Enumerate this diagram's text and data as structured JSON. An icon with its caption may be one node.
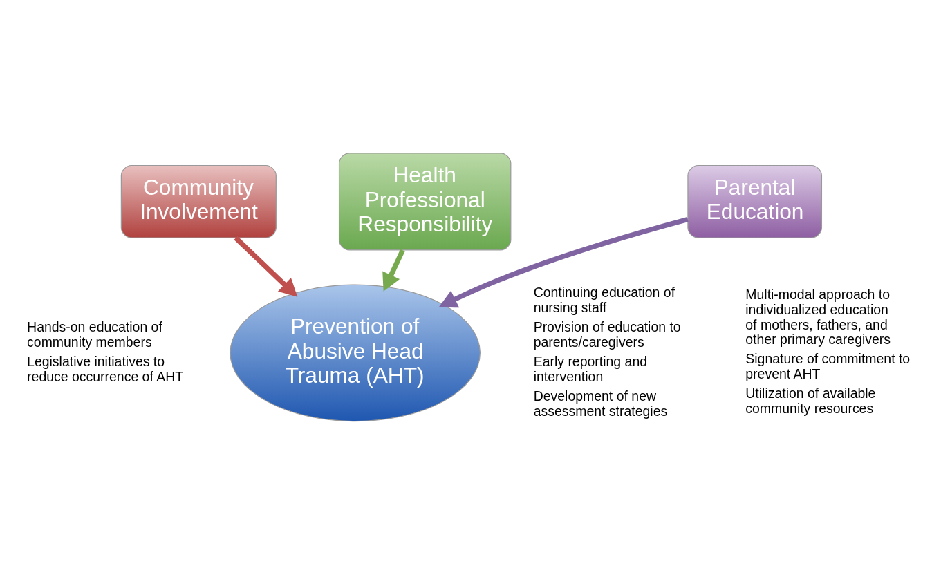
{
  "diagram": {
    "nodes": [
      {
        "text": [
          "Health Professional Responsibility"
        ],
        "beside": [
          "Continuing education of nursing staff",
          "Provision of education to parents/caregivers",
          "Early reporting and intervention",
          "Development of new assessment strategies"
        ]
      },
      {
        "text": [
          "Community Involvement"
        ],
        "beside": [
          "Hands-on education of community members",
          "Legislative initiatives to reduce occurrence of AHT"
        ]
      },
      {
        "text": [
          "Parental Education"
        ],
        "beside": [
          "Multi-modal approach to individualized education of mothers, fathers, and other primary caregivers",
          "Signature of commitment to prevent AHT",
          "Utilization of available community resources"
        ]
      },
      {
        "text": [
          "Prevention of Abusive Head Trauma (AHT)"
        ]
      }
    ],
    "edges": [
      {
        "from": 0,
        "to": 3,
        "arrow": "to",
        "color": "#77a94f"
      },
      {
        "from": 1,
        "to": 3,
        "arrow": "to",
        "color": "#c0504d"
      },
      {
        "from": 2,
        "to": 3,
        "arrow": "to",
        "color": "#8064a2"
      }
    ]
  }
}
